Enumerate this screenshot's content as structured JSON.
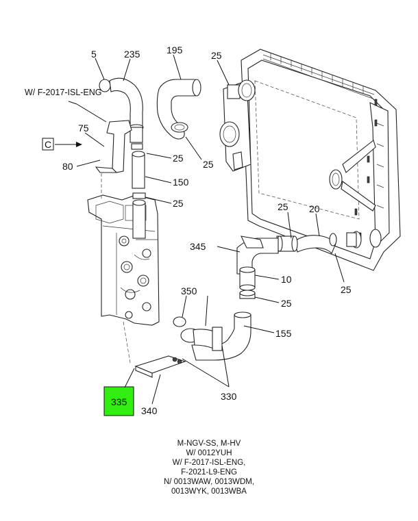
{
  "labels": {
    "p5": "5",
    "p235": "235",
    "p195": "195",
    "p25_top": "25",
    "note_isl": "W/ F-2017-ISL-ENG",
    "p75": "75",
    "view_c": "C",
    "p80": "80",
    "p25_a": "25",
    "p150": "150",
    "p25_b": "25",
    "p25_c": "25",
    "p25_d": "25",
    "p20": "20",
    "p345": "345",
    "p10": "10",
    "p25_e": "25",
    "p350": "350",
    "p25_f": "25",
    "p155": "155",
    "p335": "335",
    "p340": "340",
    "p330": "330"
  },
  "highlight_color": "#33ee11",
  "caption": [
    "M-NGV-SS, M-HV",
    "W/ 0012YUH",
    "W/ F-2017-ISL-ENG,",
    "F-2021-L9-ENG",
    "N/ 0013WAW, 0013WDM,",
    "0013WYK, 0013WBA"
  ]
}
